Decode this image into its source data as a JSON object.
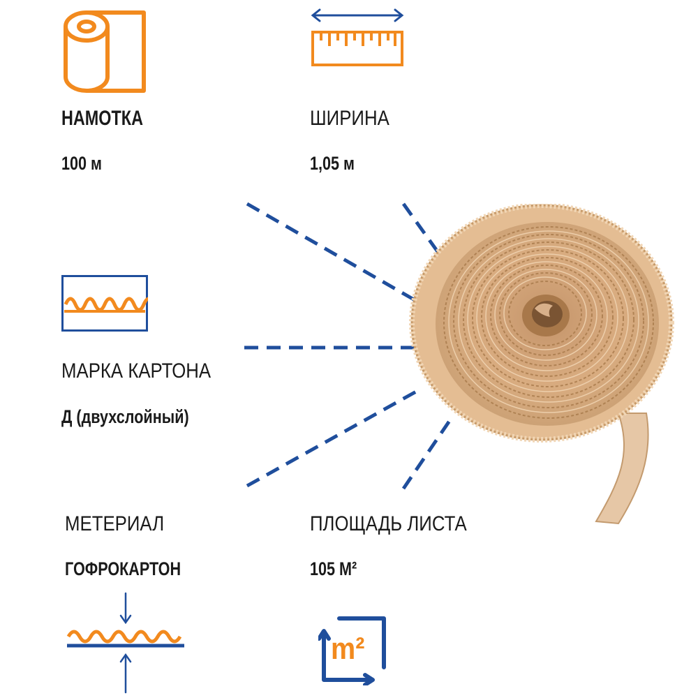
{
  "colors": {
    "accent": "#f28a1e",
    "line": "#1f4e9c",
    "cardboard": "#d9a97a",
    "cardboard_dark": "#b5834f"
  },
  "icons": {
    "winding": "paper-roll-icon",
    "width": "ruler-width-icon",
    "grade": "corrugated-grade-icon",
    "material": "corrugated-layers-icon",
    "area": "square-meter-icon"
  },
  "winding": {
    "title": "НАМОТКА",
    "value": "100 м"
  },
  "width": {
    "title": "ШИРИНА",
    "value": "1,05 м"
  },
  "grade": {
    "title": "МАРКА КАРТОНА",
    "value": "Д (двухслойный)"
  },
  "material": {
    "title": "МЕТЕРИАЛ",
    "value": "ГОФРОКАРТОН"
  },
  "area": {
    "title": "ПЛОЩАДЬ ЛИСТА",
    "value": "105 М²",
    "icon_text": "m²"
  }
}
